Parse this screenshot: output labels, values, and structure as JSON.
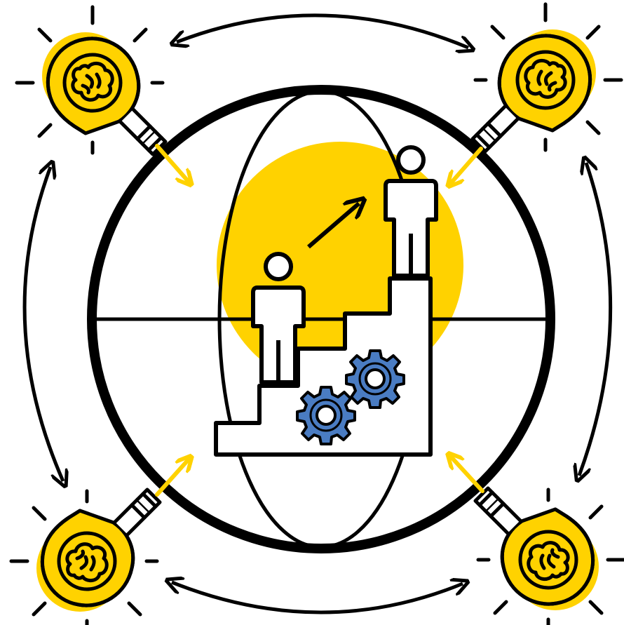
{
  "colors": {
    "background": "#ffffff",
    "stroke": "#000000",
    "accent_yellow": "#FFD200",
    "gear_blue": "#4A7CC2"
  },
  "icons": {
    "center": "globe-icon",
    "idea": "lightbulb-brain-icon",
    "people": "person-icon",
    "stairs": "stairs-icon",
    "gears": "gear-icon",
    "growth": "arrow-up-right-icon",
    "cycle": "double-headed-arrow-icon",
    "input": "yellow-arrow-icon"
  },
  "lightbulbs": [
    {
      "id": "top-left",
      "points_to": "center"
    },
    {
      "id": "top-right",
      "points_to": "center"
    },
    {
      "id": "bottom-left",
      "points_to": "center"
    },
    {
      "id": "bottom-right",
      "points_to": "center"
    }
  ],
  "cycle_arrows": [
    {
      "id": "top",
      "connects": [
        "top-left",
        "top-right"
      ]
    },
    {
      "id": "right",
      "connects": [
        "top-right",
        "bottom-right"
      ]
    },
    {
      "id": "bottom",
      "connects": [
        "bottom-right",
        "bottom-left"
      ]
    },
    {
      "id": "left",
      "connects": [
        "bottom-left",
        "top-left"
      ]
    }
  ]
}
